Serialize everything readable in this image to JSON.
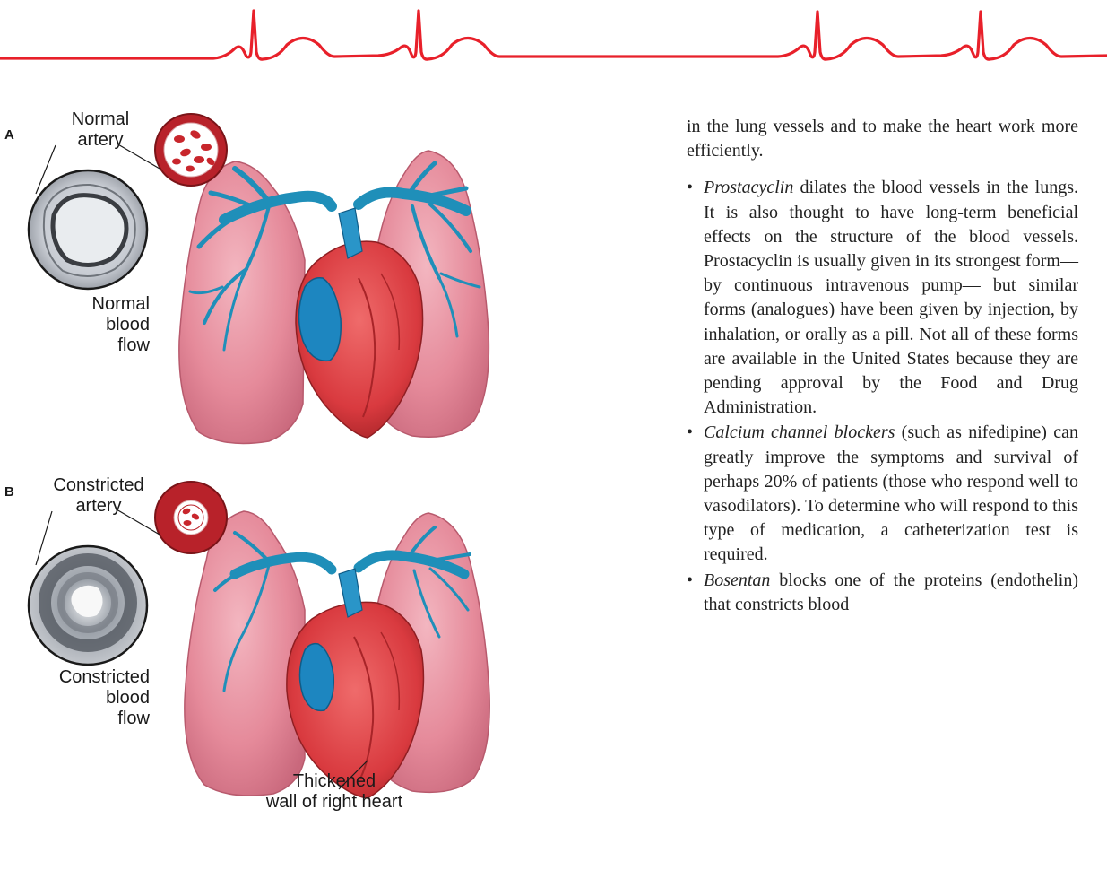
{
  "header": {
    "ecg_color": "#e8202a"
  },
  "figure": {
    "panel_a": {
      "letter": "A",
      "artery_label": "Normal\nartery",
      "flow_label": "Normal\nblood\nflow"
    },
    "panel_b": {
      "letter": "B",
      "artery_label": "Constricted\nartery",
      "flow_label": "Constricted\nblood\nflow",
      "heart_label": "Thickened\nwall of right heart"
    },
    "colors": {
      "lung": "#e58a9a",
      "lung_shadow": "#c9687c",
      "vessel": "#1f8fb9",
      "heart_red": "#d93a3f",
      "heart_blue": "#1d86c0"
    }
  },
  "text": {
    "intro": "in the lung vessels and to make the heart work more efficiently.",
    "bullets": [
      {
        "term": "Prostacyclin",
        "body": " dilates the blood vessels in the lungs. It is also thought to have long-term beneficial effects on the structure of the blood vessels. Prostacyclin is usually given in its strongest form— by continuous intravenous pump— but similar forms (analogues) have been given by injection, by inhalation, or orally as a pill. Not all of these forms are available in the United States because they are pending approval by the Food and Drug Administration."
      },
      {
        "term": "Calcium channel blockers",
        "body": " (such as nifedipine) can greatly improve the symptoms and survival of perhaps 20% of patients (those who respond well to vasodilators). To determine who will respond to this type of medication, a catheterization test is required."
      },
      {
        "term": "Bosentan",
        "body": " blocks one of the proteins (endothelin) that constricts blood"
      }
    ]
  }
}
